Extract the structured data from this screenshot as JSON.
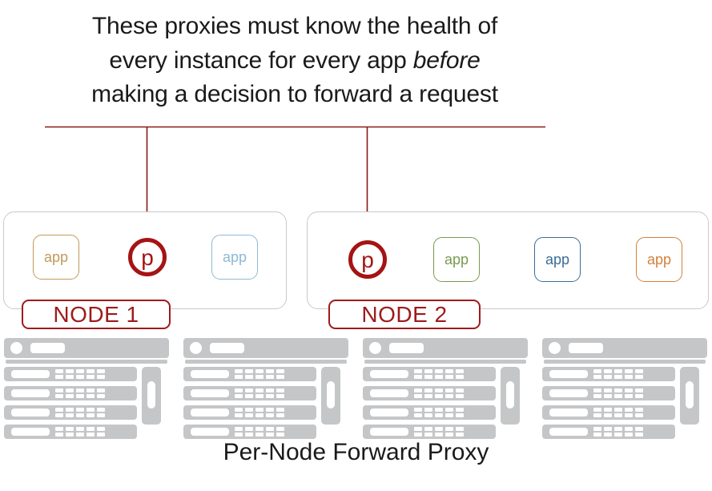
{
  "headline": {
    "line1": "These proxies must know the health of",
    "line2_pre": "every instance for every app ",
    "line2_em": "before",
    "line3": "making a decision to forward a request"
  },
  "caption": "Per-Node Forward Proxy",
  "colors": {
    "dark_red": "#9e1b1b",
    "proxy_red": "#a51414",
    "arrow_red": "#8b1a14",
    "node_border_gray": "#c9c9c9",
    "server_gray": "#c4c6c8",
    "text_black": "#1a1a1a",
    "app_tan": "#c19a5b",
    "app_lightblue": "#8fb8d6",
    "app_green": "#7a9a4e",
    "app_darkblue": "#3a6d96",
    "app_orange": "#d4803a"
  },
  "nodes": [
    {
      "id": "node-1",
      "label": "NODE 1",
      "proxy_label": "p",
      "apps": [
        {
          "label": "app",
          "color": "#c19a5b"
        },
        {
          "label": "app",
          "color": "#8fb8d6"
        }
      ]
    },
    {
      "id": "node-2",
      "label": "NODE 2",
      "proxy_label": "p",
      "apps": [
        {
          "label": "app",
          "color": "#7a9a4e"
        },
        {
          "label": "app",
          "color": "#3a6d96"
        },
        {
          "label": "app",
          "color": "#d4803a"
        }
      ]
    }
  ],
  "server_racks": {
    "count": 4,
    "blade_rows": 4
  }
}
